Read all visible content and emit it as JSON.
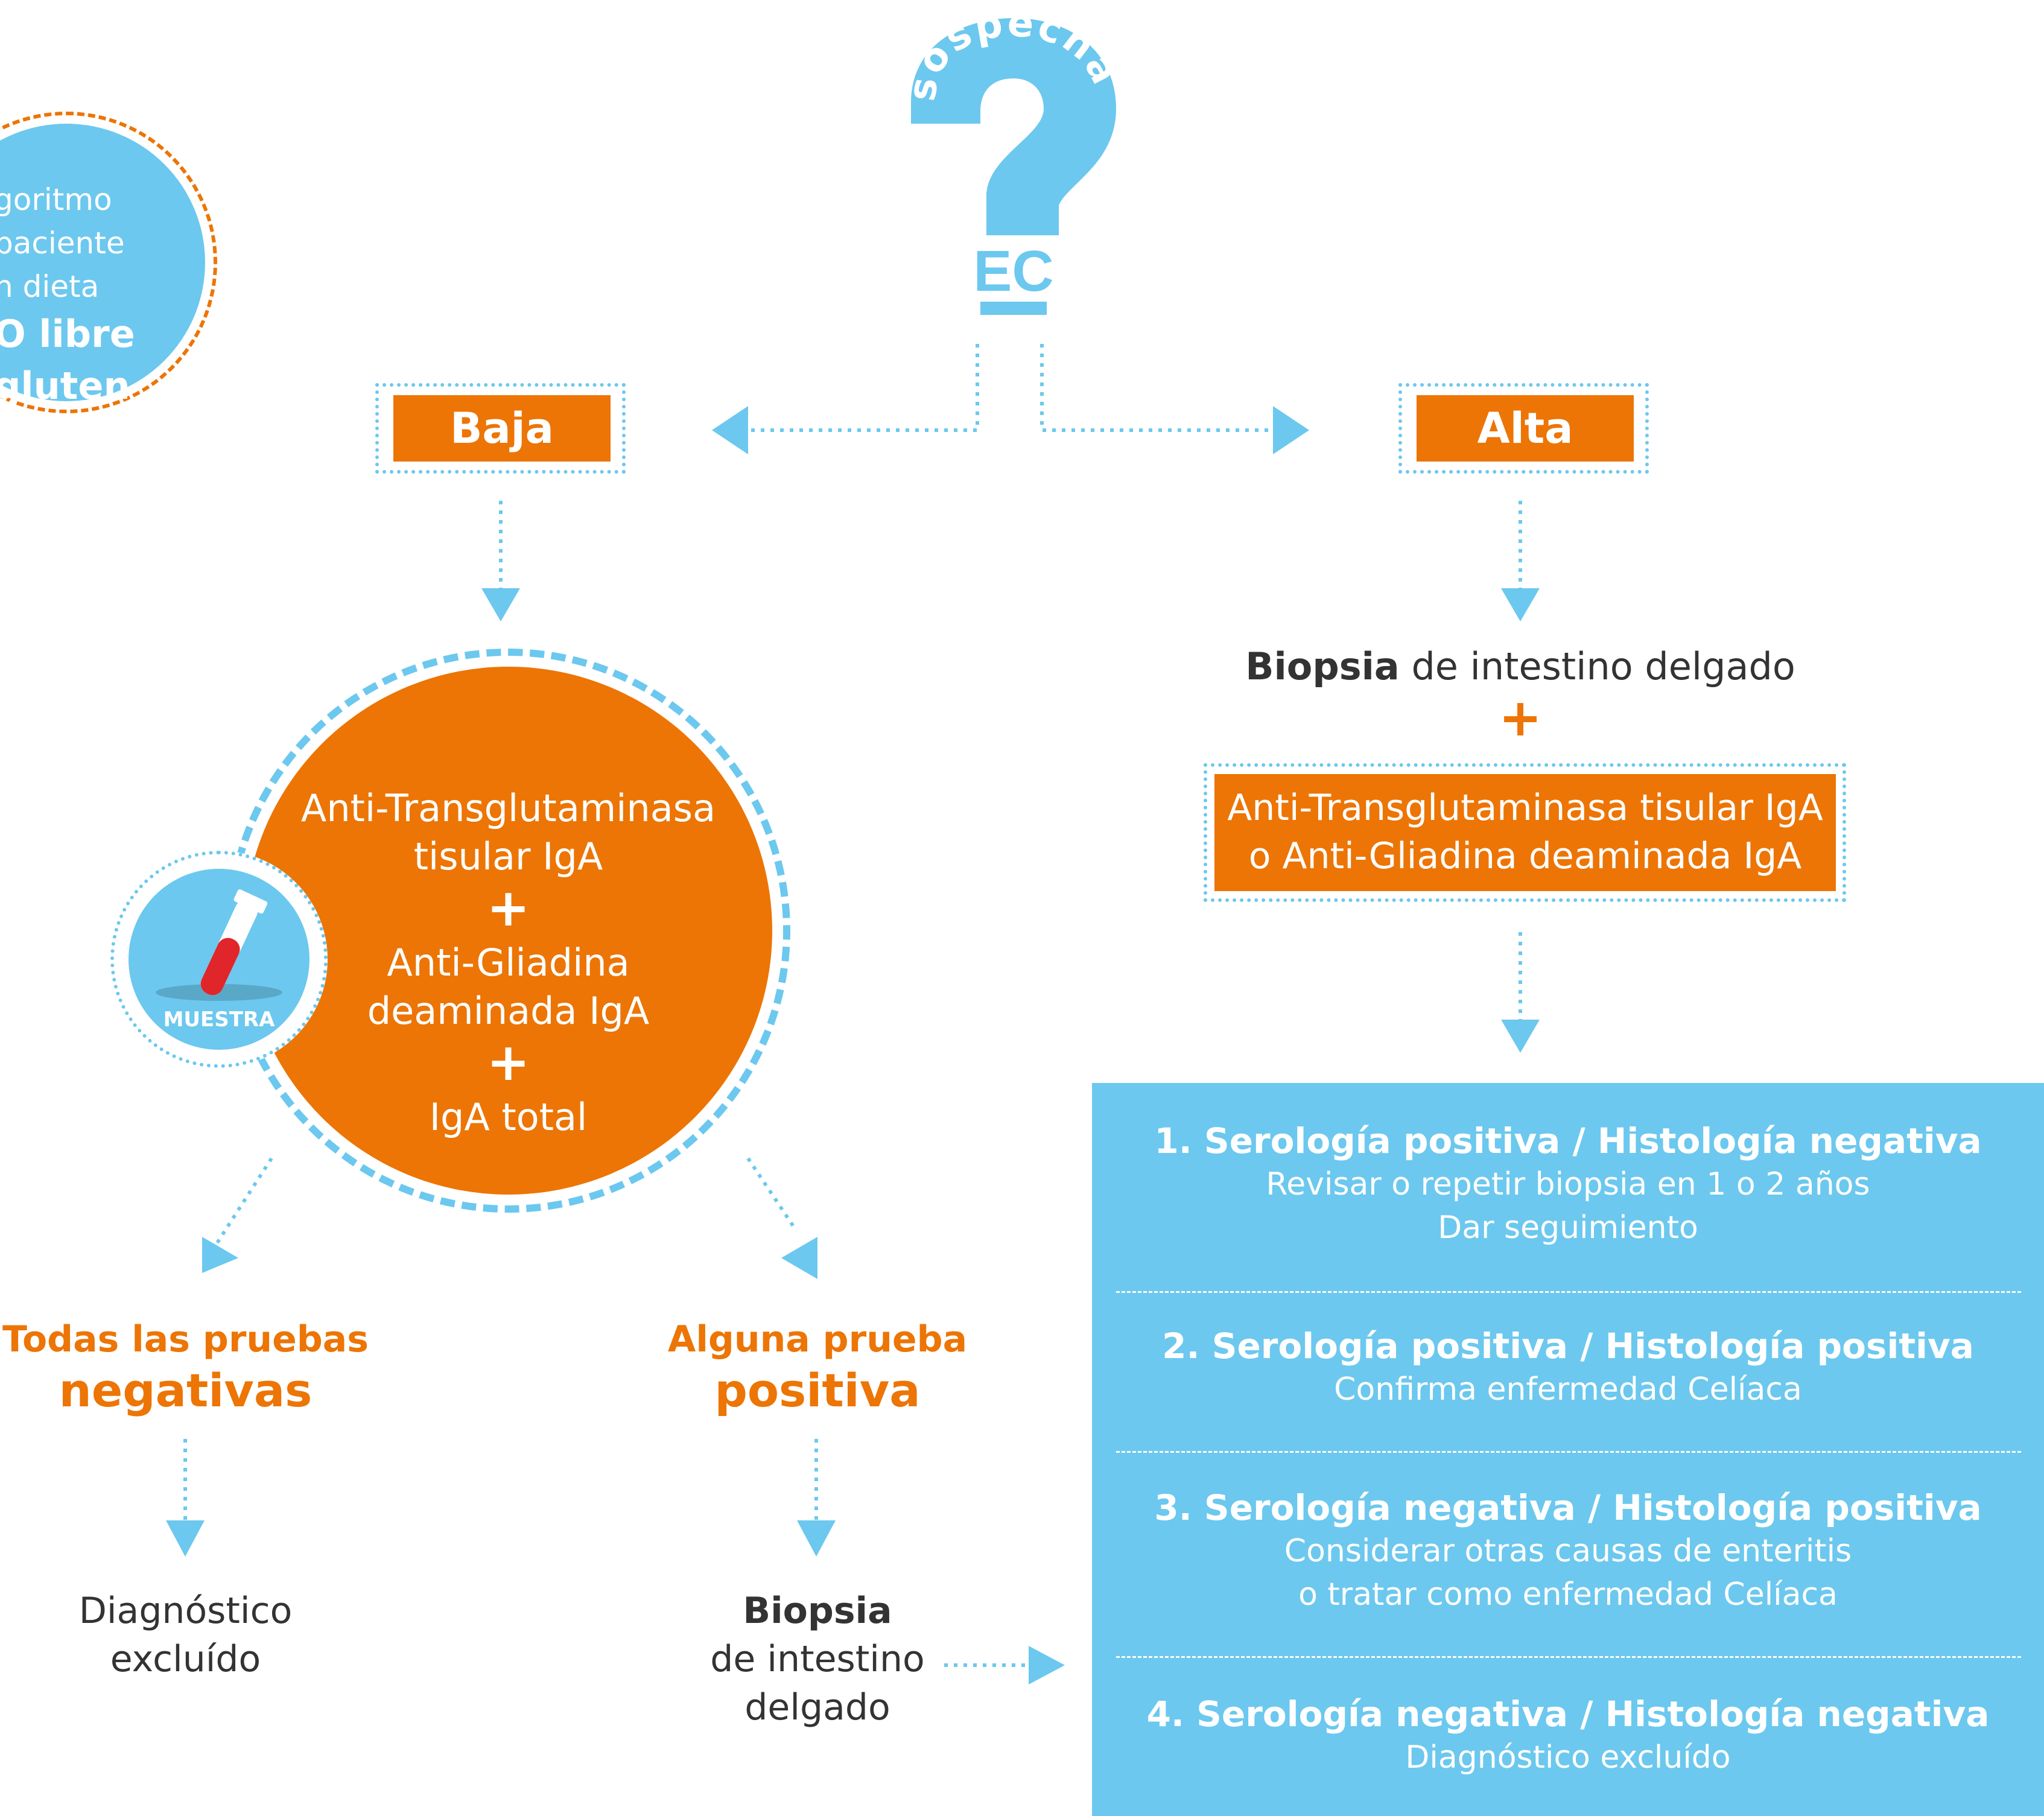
{
  "header": {
    "question_word": "sospecha",
    "question_mark": "?",
    "abbreviation": "EC"
  },
  "side_note": {
    "line1": "goritmo",
    "line2": "paciente",
    "line3": "n dieta",
    "line4": "O libre",
    "line5": "gluten"
  },
  "levels": {
    "low": "Baja",
    "high": "Alta"
  },
  "low_branch": {
    "test1": "Anti-Transglutaminasa",
    "test1b": "tisular IgA",
    "plus": "+",
    "test2": "Anti-Gliadina",
    "test2b": "deaminada IgA",
    "test3": "IgA total",
    "sample_label": "MUESTRA",
    "neg_label": "Todas las pruebas",
    "neg_big": "negativas",
    "pos_label": "Alguna prueba",
    "pos_big": "positiva",
    "neg_result1": "Diagnóstico",
    "neg_result2": "excluído",
    "pos_result_bold": "Biopsia",
    "pos_result2": "de intestino",
    "pos_result3": "delgado"
  },
  "high_branch": {
    "biopsy_bold": "Biopsia",
    "biopsy_rest": "de intestino delgado",
    "plus": "+",
    "serology1": "Anti-Transglutaminasa tisular IgA",
    "serology2": "o Anti-Gliadina deaminada IgA"
  },
  "results": [
    {
      "title": "1. Serología positiva / Histología negativa",
      "lines": [
        "Revisar o repetir biopsia en 1 o 2 años",
        "Dar seguimiento"
      ]
    },
    {
      "title": "2. Serología positiva / Histología positiva",
      "lines": [
        "Confirma enfermedad Celíaca"
      ]
    },
    {
      "title": "3. Serología negativa / Histología positiva",
      "lines": [
        "Considerar otras causas de enteritis",
        "o tratar como enfermedad Celíaca"
      ]
    },
    {
      "title": "4. Serología negativa / Histología negativa",
      "lines": [
        "Diagnóstico excluído"
      ]
    }
  ],
  "colors": {
    "orange": "#ec7505",
    "blue": "#6cc8ee",
    "dark_text": "#333333"
  }
}
